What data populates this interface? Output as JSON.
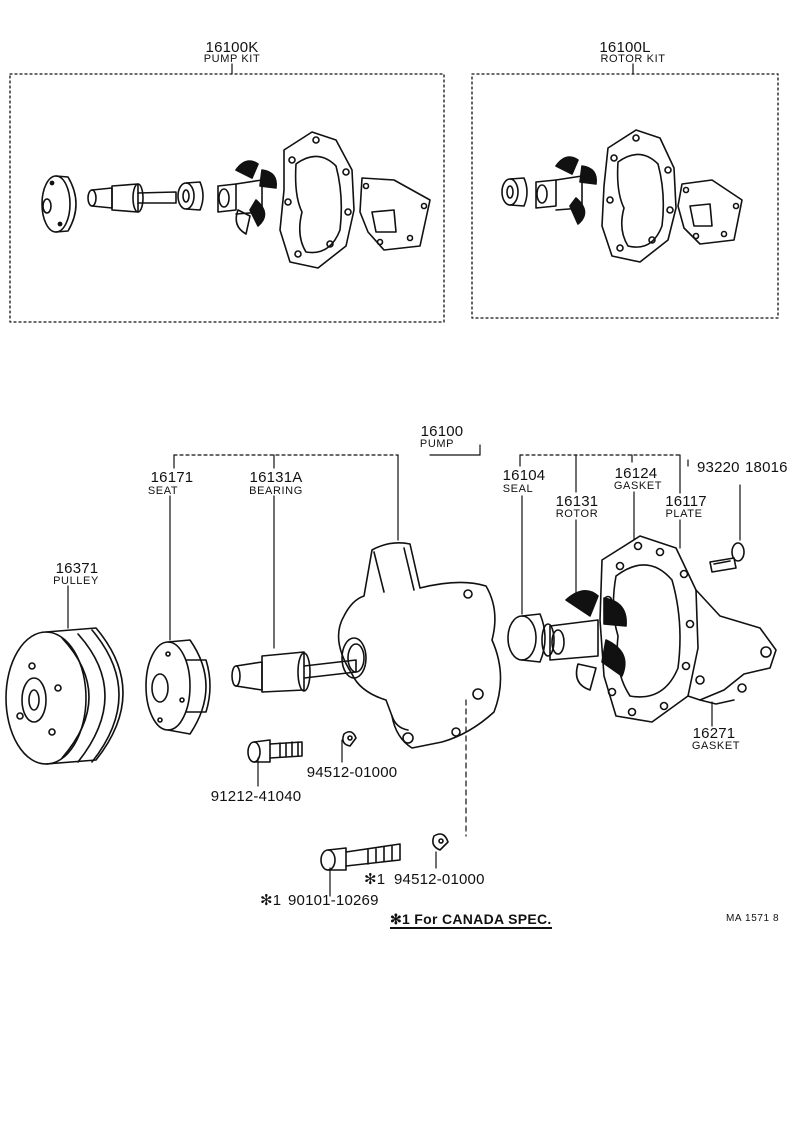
{
  "kits": {
    "pump_kit": {
      "part_no": "16100K",
      "name": "PUMP KIT"
    },
    "rotor_kit": {
      "part_no": "16100L",
      "name": "ROTOR KIT"
    }
  },
  "parts": {
    "pump": {
      "part_no": "16100",
      "name": "PUMP"
    },
    "seat": {
      "part_no": "16171",
      "name": "SEAT"
    },
    "bearing": {
      "part_no": "16131A",
      "name": "BEARING"
    },
    "pulley": {
      "part_no": "16371",
      "name": "PULLEY"
    },
    "seal": {
      "part_no": "16104",
      "name": "SEAL"
    },
    "rotor": {
      "part_no": "16131",
      "name": "ROTOR"
    },
    "gasket_inner": {
      "part_no": "16124",
      "name": "GASKET"
    },
    "plate": {
      "part_no": "16117",
      "name": "PLATE"
    },
    "gasket_outer": {
      "part_no": "16271",
      "name": "GASKET"
    },
    "screw_a": {
      "part_no": "93220"
    },
    "screw_b": {
      "part_no": "18016"
    },
    "bolt_std": {
      "part_no": "91212-41040"
    },
    "washer_std": {
      "part_no": "94512-01000"
    },
    "washer_canada": {
      "part_no": "94512-01000",
      "mark": "✻1"
    },
    "bolt_canada": {
      "part_no": "90101-10269",
      "mark": "✻1"
    }
  },
  "footnote": "✻1 For CANADA SPEC.",
  "figure_code": "MA 1571  8",
  "colors": {
    "ink": "#111111",
    "paper": "#ffffff"
  }
}
